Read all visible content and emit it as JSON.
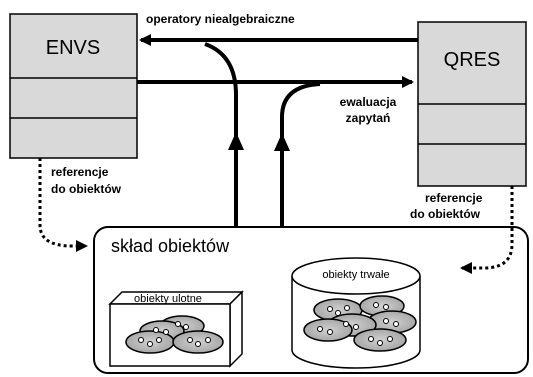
{
  "stacks": {
    "envs": {
      "label": "ENVS"
    },
    "qres": {
      "label": "QRES"
    }
  },
  "arrows": {
    "non_algebraic_operators": "operatory niealgebraiczne",
    "query_evaluation_line1": "ewaluacja",
    "query_evaluation_line2": "zapytań",
    "envs_refs_line1": "referencje",
    "envs_refs_line2": "do obiektów",
    "qres_refs_line1": "referencje",
    "qres_refs_line2": "do obiektów"
  },
  "object_store": {
    "title": "skład obiektów",
    "volatile_label": "obiekty ulotne",
    "persistent_label": "obiekty trwałe"
  }
}
